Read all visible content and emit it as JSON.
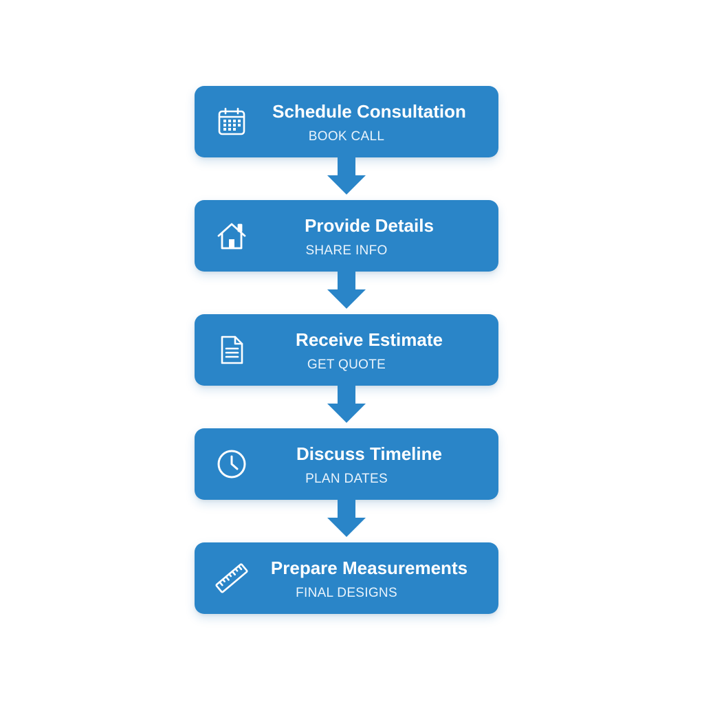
{
  "colors": {
    "box": "#2a85c8",
    "arrow": "#2a85c8",
    "text": "#ffffff"
  },
  "steps": [
    {
      "icon": "calendar-icon",
      "title": "Schedule Consultation",
      "subtitle": "BOOK CALL"
    },
    {
      "icon": "home-icon",
      "title": "Provide Details",
      "subtitle": "SHARE INFO"
    },
    {
      "icon": "document-icon",
      "title": "Receive Estimate",
      "subtitle": "GET QUOTE"
    },
    {
      "icon": "clock-icon",
      "title": "Discuss Timeline",
      "subtitle": "PLAN DATES"
    },
    {
      "icon": "ruler-icon",
      "title": "Prepare Measurements",
      "subtitle": "FINAL DESIGNS"
    }
  ]
}
